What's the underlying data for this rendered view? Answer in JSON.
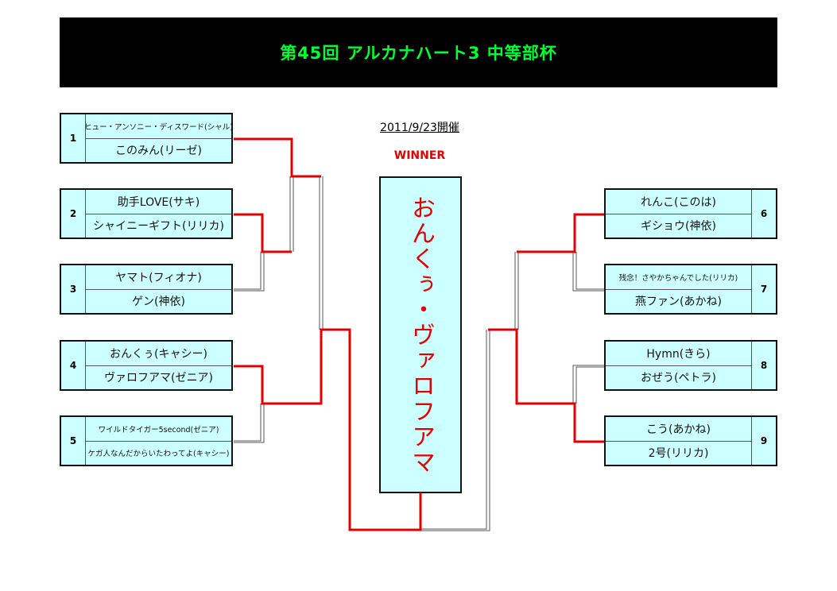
{
  "title": "第45回 アルカナハート3 中等部杯",
  "date": "2011/9/23開催",
  "winner_label": "WINNER",
  "winner": "おんくぅ・ヴァロフアマ",
  "colors": {
    "title_bg": "#000000",
    "title_text": "#00ff33",
    "box_bg": "#ccffff",
    "win_line": "#e00000",
    "lose_line": "#555555"
  },
  "left_teams": [
    {
      "seed": "1",
      "p1": "ヒュー・アンソニー・ディスワード(シャル)",
      "p2": "このみん(リーゼ)"
    },
    {
      "seed": "2",
      "p1": "助手LOVE(サキ)",
      "p2": "シャイニーギフト(リリカ)"
    },
    {
      "seed": "3",
      "p1": "ヤマト(フィオナ)",
      "p2": "ゲン(神依)"
    },
    {
      "seed": "4",
      "p1": "おんくぅ(キャシー)",
      "p2": "ヴァロフアマ(ゼニア)"
    },
    {
      "seed": "5",
      "p1": "ワイルドタイガー5second(ゼニア)",
      "p2": "ケガ人なんだからいたわってよ(キャシー)"
    }
  ],
  "right_teams": [
    {
      "seed": "6",
      "p1": "れんこ(このは)",
      "p2": "ギショウ(神依)"
    },
    {
      "seed": "7",
      "p1": "残念！さやかちゃんでした(リリカ)",
      "p2": "燕ファン(あかね)"
    },
    {
      "seed": "8",
      "p1": "Hymn(きら)",
      "p2": "おぜう(ペトラ)"
    },
    {
      "seed": "9",
      "p1": "こう(あかね)",
      "p2": "2号(リリカ)"
    }
  ]
}
